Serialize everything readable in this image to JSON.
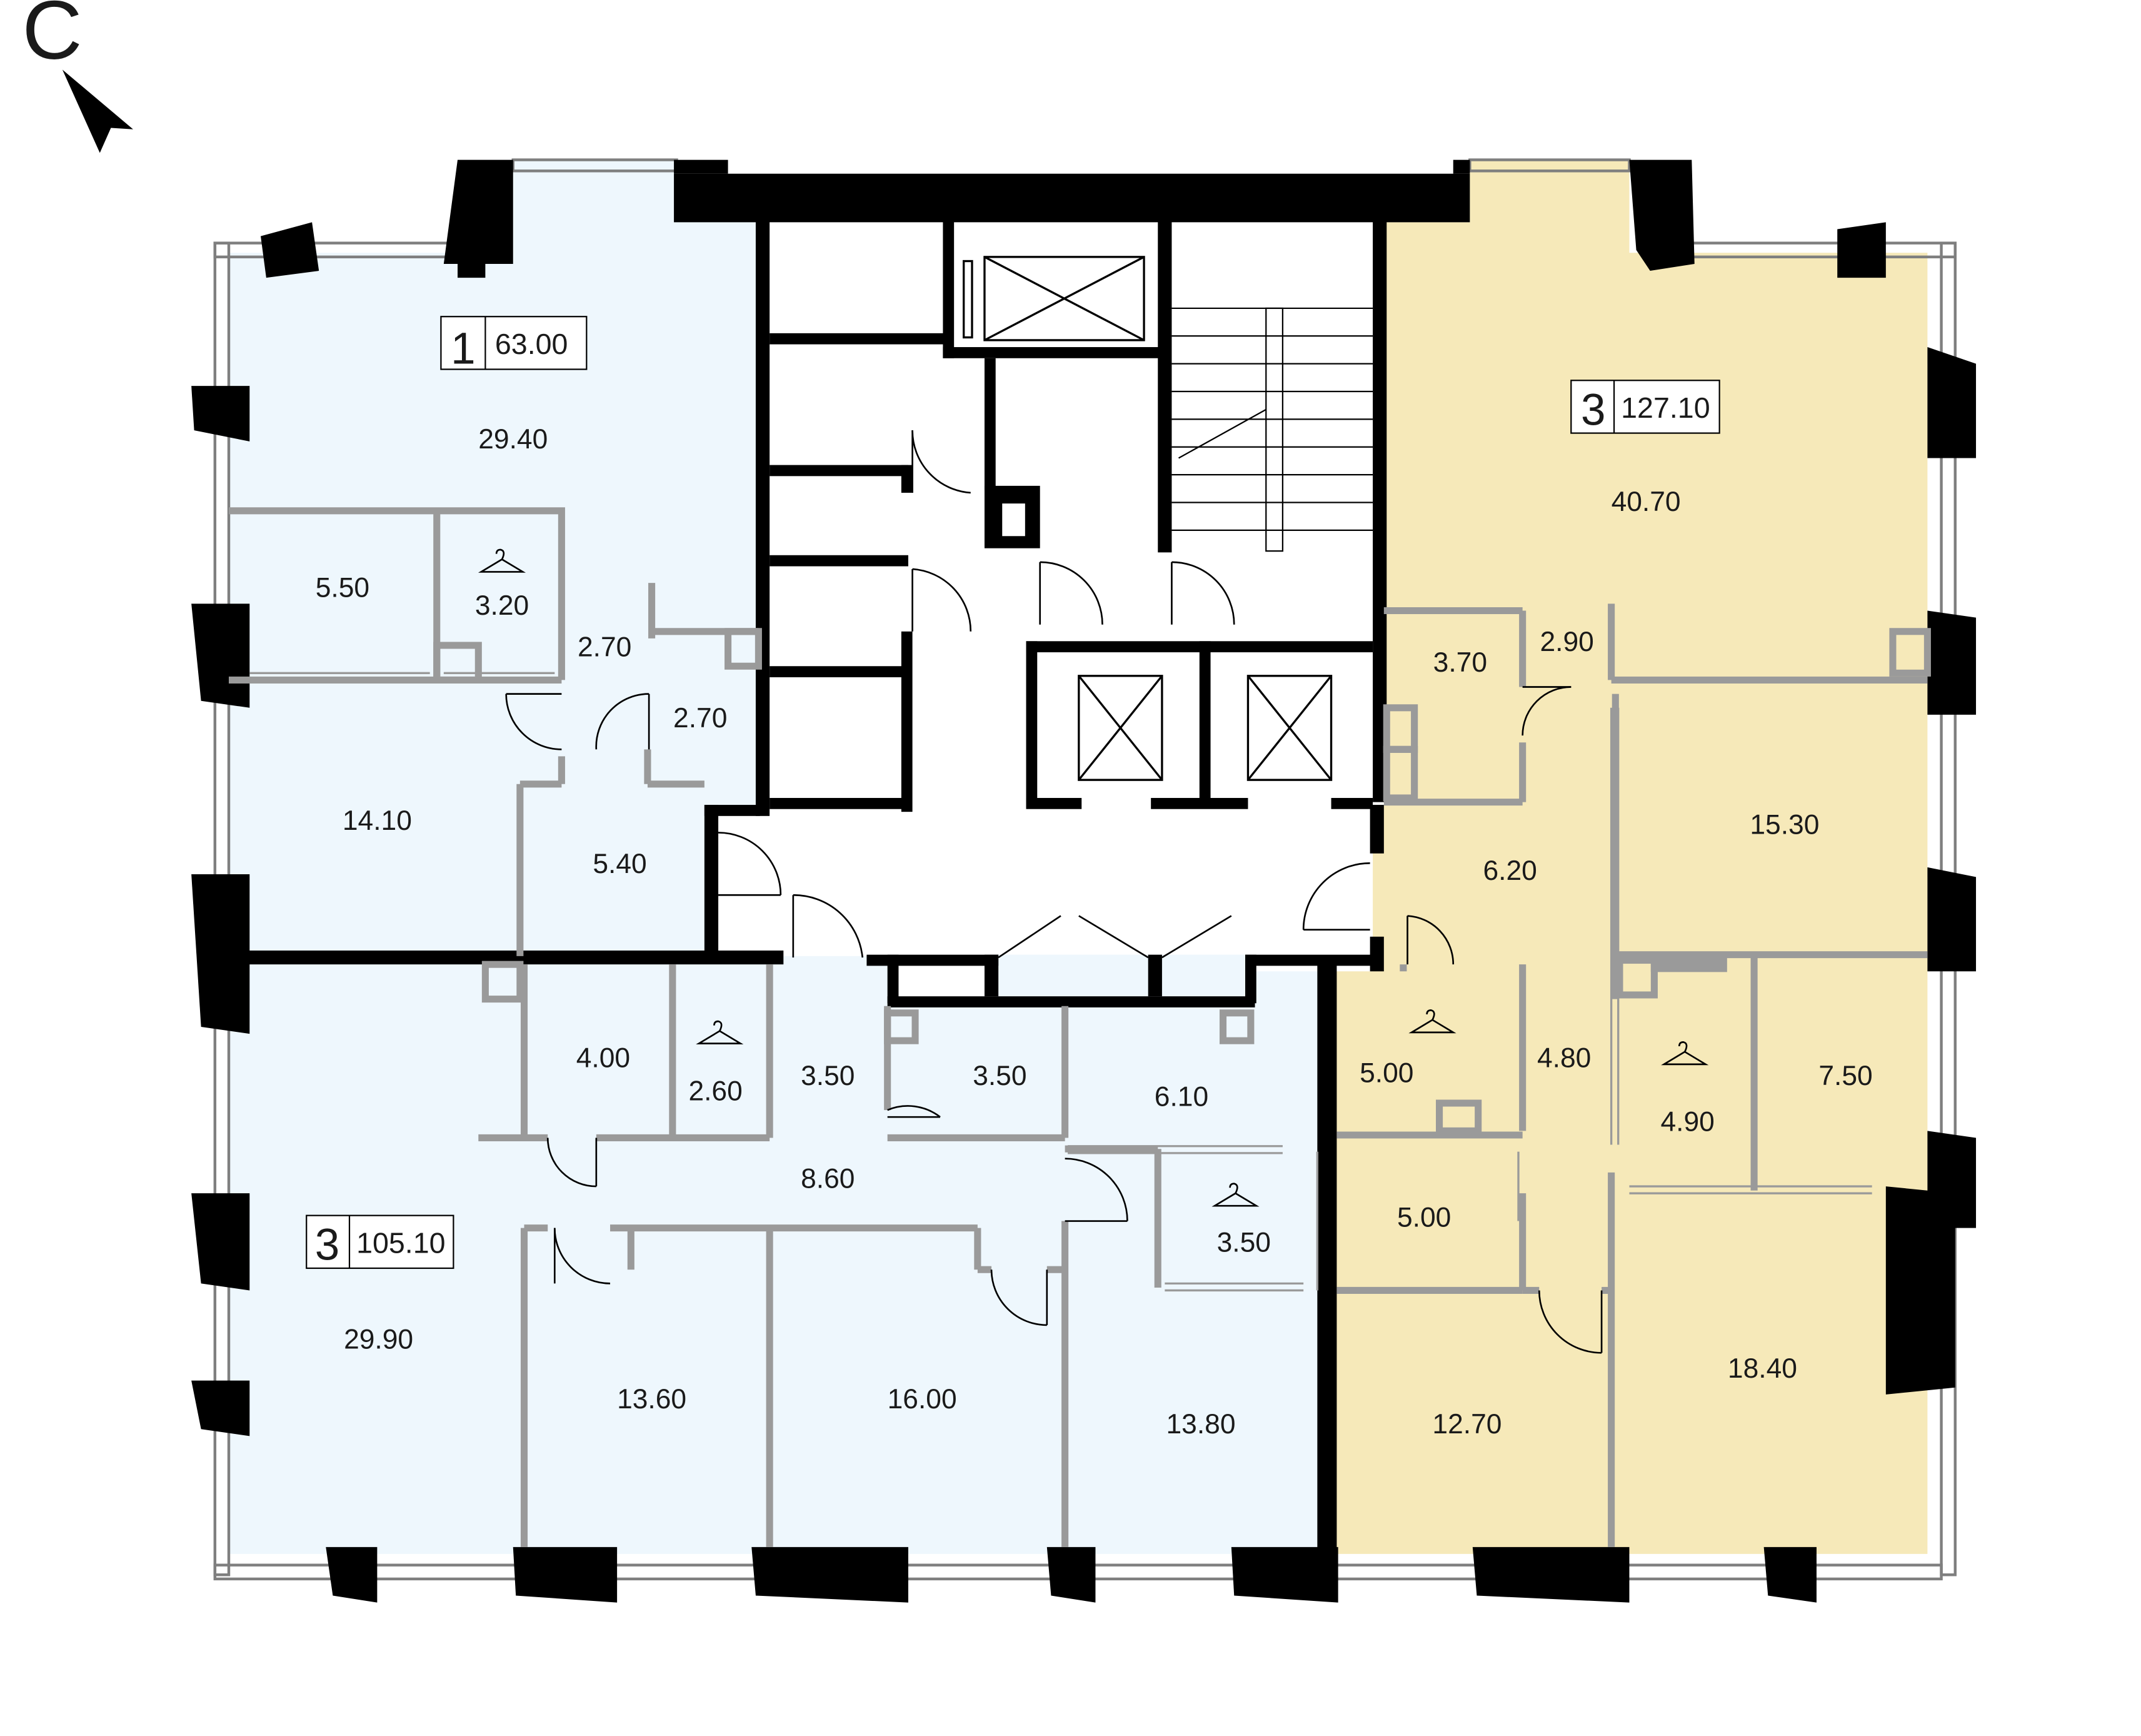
{
  "compass": {
    "label": "С"
  },
  "colors": {
    "apartment_blue": "#eef7fd",
    "apartment_yellow": "#f6e9b9",
    "wall": "#000000",
    "partition": "#9a9a9a",
    "window": "#7f7f7f"
  },
  "apartments": [
    {
      "rooms": "1",
      "area": "63.00",
      "color": "blue"
    },
    {
      "rooms": "3",
      "area": "127.10",
      "color": "yellow"
    },
    {
      "rooms": "3",
      "area": "105.10",
      "color": "blue"
    }
  ],
  "room_areas": [
    "29.40",
    "5.50",
    "3.20",
    "2.70",
    "2.70",
    "14.10",
    "5.40",
    "40.70",
    "3.70",
    "2.90",
    "15.30",
    "6.20",
    "5.00",
    "4.80",
    "4.90",
    "7.50",
    "5.00",
    "12.70",
    "18.40",
    "4.00",
    "2.60",
    "3.50",
    "3.50",
    "6.10",
    "8.60",
    "3.50",
    "29.90",
    "13.60",
    "16.00",
    "13.80"
  ],
  "wardrobe_icon": "hanger-icon",
  "north_arrow_icon": "north-arrow-icon"
}
